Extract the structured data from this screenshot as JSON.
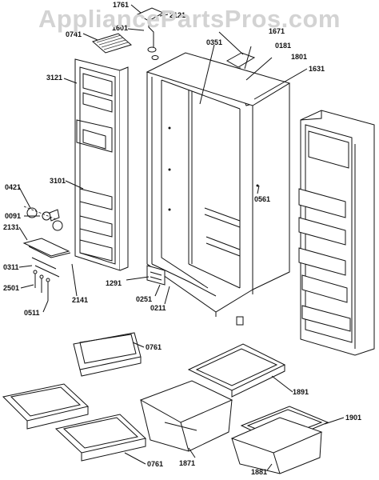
{
  "watermark": "AppliancePartsPros.com",
  "labels": {
    "p1761": "1761",
    "p2121": "2121",
    "p0741": "0741",
    "p1601": "1601",
    "p1671": "1671",
    "p0181": "0181",
    "p1801": "1801",
    "p0351": "0351",
    "p3121": "3121",
    "p1631": "1631",
    "p3101": "3101",
    "p0421": "0421",
    "p0561": "0561",
    "p0091": "0091",
    "p2131": "2131",
    "p0311": "0311",
    "p2501": "2501",
    "p2141": "2141",
    "p1291": "1291",
    "p0251": "0251",
    "p0211": "0211",
    "p0511": "0511",
    "p0761a": "0761",
    "p1891": "1891",
    "p1901": "1901",
    "p0761b": "0761",
    "p1871": "1871",
    "p1881": "1881"
  }
}
